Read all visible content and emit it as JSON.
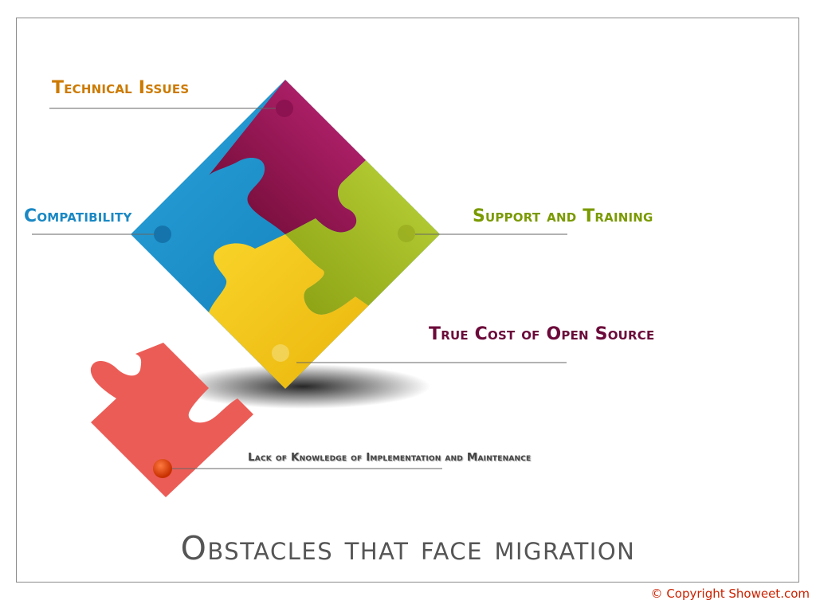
{
  "title": "Obstacles that face migration",
  "copyright": "© Copyright Showeet.com",
  "labels": {
    "technical_issues": "Technical Issues",
    "compatibility": "Compatibility",
    "support_training": "Support and Training",
    "true_cost": "True Cost of Open Source",
    "lack_of_knowledge": "Lack of Knowledge of Implementation and Maintenance"
  },
  "colors": {
    "technical_issues": "#cc7a00",
    "compatibility": "#1a88c4",
    "support_training": "#7a9a00",
    "true_cost": "#6b0a3a",
    "lack_of_knowledge": "#444444",
    "title": "#555555",
    "copyright": "#cc2200",
    "piece_magenta": "#b0206a",
    "piece_blue": "#1f95cf",
    "piece_green": "#a8c21e",
    "piece_yellow": "#f5cc18",
    "piece_red": "#ec5c56"
  }
}
